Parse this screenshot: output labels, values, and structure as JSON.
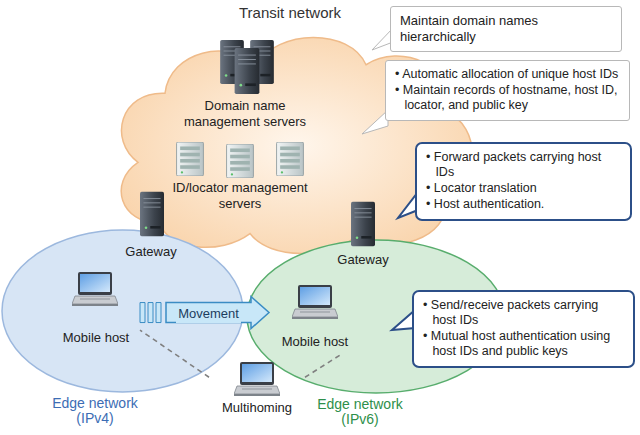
{
  "diagram": {
    "nodes": [
      {
        "text": [
          "Transit network"
        ]
      },
      {
        "text": [
          "Domain name management servers"
        ],
        "in": 0
      },
      {
        "text": [
          "ID/locator management servers"
        ],
        "in": 0
      },
      {
        "text": [
          "Maintain domain names hierarchically"
        ]
      },
      {
        "text": [
          "• Automatic allocation of unique host IDs",
          "• Maintain records of hostname, host ID, locator, and public key"
        ]
      },
      {
        "text": [
          "Edge network (IPv4)"
        ]
      },
      {
        "text": [
          "Gateway"
        ]
      },
      {
        "text": [
          "Mobile host"
        ],
        "in": 5
      },
      {
        "text": [
          "Edge network (IPv6)"
        ]
      },
      {
        "text": [
          "Gateway"
        ]
      },
      {
        "text": [
          "Mobile host"
        ],
        "in": 8
      },
      {
        "text": [
          "Multihoming"
        ]
      },
      {
        "text": [
          "• Forward packets carrying host IDs",
          "• Locator translation",
          "• Host authentication."
        ]
      },
      {
        "text": [
          "• Send/receive packets carrying host IDs",
          "• Mutual host authentication using host IDs and public keys"
        ]
      }
    ],
    "edges": [
      {
        "from": 7,
        "to": 10,
        "arrow": "to",
        "label": "Movement"
      },
      {
        "from": 11,
        "to": 7,
        "arrow": "none"
      },
      {
        "from": 11,
        "to": 10,
        "arrow": "none"
      }
    ]
  }
}
